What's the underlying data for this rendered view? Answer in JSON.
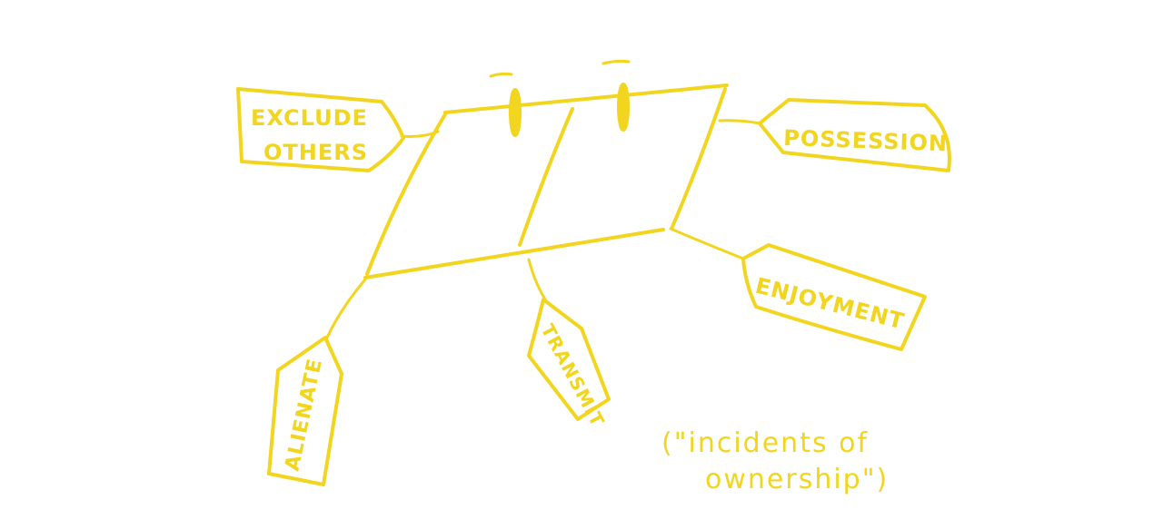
{
  "colors": {
    "ink": "#f2d51e",
    "background": "#ffffff"
  },
  "tags": {
    "exclude_line1": "EXCLUDE",
    "exclude_line2": "OTHERS",
    "possession": "POSSESSION",
    "enjoyment": "ENJOYMENT",
    "transmit": "TRANSMIT",
    "alienate": "ALIENATE"
  },
  "note": {
    "line1": "(\"incidents of",
    "line2": "ownership\")"
  }
}
